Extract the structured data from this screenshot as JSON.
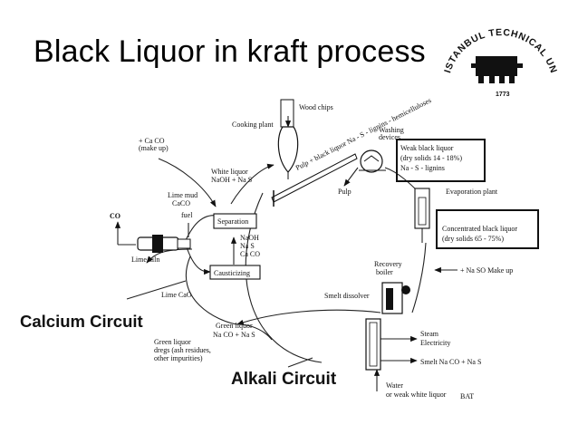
{
  "slide": {
    "title": "Black Liquor in kraft process"
  },
  "logo": {
    "arc_text": "ISTANBUL TECHNICAL UNIVERSITY",
    "year": "1773"
  },
  "diagram": {
    "wood_chips": "Wood chips",
    "cooking_plant": "Cooking plant",
    "caco3_makeup_1": "+ Ca CO",
    "caco3_makeup_2": "(make up)",
    "white_liquor_1": "White liquor",
    "white_liquor_2": "NaOH + Na S",
    "lime_mud_1": "Lime mud",
    "lime_mud_2": "CaCO",
    "fuel": "fuel",
    "co2": "CO",
    "separation": "Separation",
    "sep_chem_1": "NaOH",
    "sep_chem_2": "Na S",
    "sep_chem_3": "Ca CO",
    "lime_kiln": "Lime kiln",
    "causticizing": "Causticizing",
    "lime_cao": "Lime CaO",
    "calcium_circuit": "Calcium Circuit",
    "green_liquor_1": "Green liquor",
    "green_liquor_2": "Na CO + Na S",
    "green_dregs_1": "Green liquor",
    "green_dregs_2": "dregs (ash residues,",
    "green_dregs_3": "other impurities)",
    "alkali_circuit": "Alkali Circuit",
    "washing_1": "Washing",
    "washing_2": "devices",
    "pulp": "Pulp",
    "conveyor_label": "Pulp + black liquor Na - S - lignins - hemicelluloses",
    "weak_black_1": "Weak black liquor",
    "weak_black_2": "(dry solids 14 - 18%)",
    "weak_black_3": "Na - S - lignins",
    "evaporation": "Evaporation plant",
    "conc_black_1": "Concentrated black liquor",
    "conc_black_2": "(dry solids 65 - 75%)",
    "recovery_1": "Recovery",
    "recovery_2": "boiler",
    "na2so4": "+ Na SO  Make up",
    "smelt_dissolver": "Smelt dissolver",
    "steam": "Steam",
    "electricity": "Electricity",
    "smelt": "Smelt Na CO + Na S",
    "water_1": "Water",
    "water_2": "or weak white liquor",
    "bat": "BAT"
  }
}
